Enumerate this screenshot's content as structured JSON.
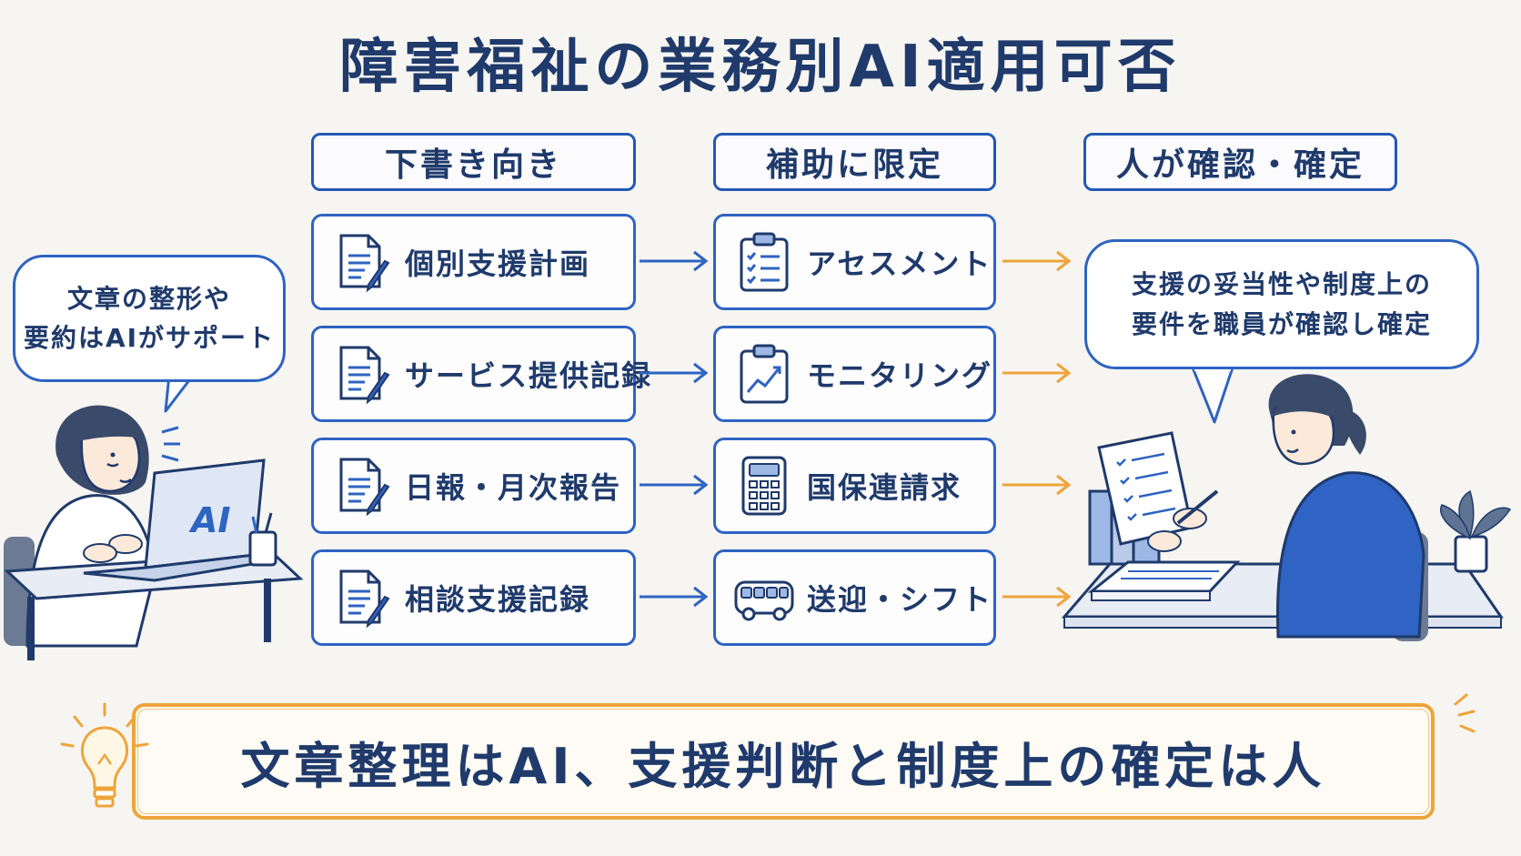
{
  "title": "障害福祉の業務別AI適用可否",
  "columns": [
    {
      "header": "下書き向き"
    },
    {
      "header": "補助に限定"
    },
    {
      "header": "人が確認・確定"
    }
  ],
  "draft_items": [
    "個別支援計画",
    "サービス提供記録",
    "日報・月次報告",
    "相談支援記録"
  ],
  "support_items": [
    {
      "label": "アセスメント",
      "icon": "clipboard-checklist-icon"
    },
    {
      "label": "モニタリング",
      "icon": "clipboard-chart-icon"
    },
    {
      "label": "国保連請求",
      "icon": "calculator-icon"
    },
    {
      "label": "送迎・シフト",
      "icon": "bus-icon"
    }
  ],
  "left_bubble": {
    "line1": "文章の整形や",
    "line2": "要約はAIがサポート"
  },
  "right_bubble": {
    "line1": "支援の妥当性や制度上の",
    "line2": "要件を職員が確認し確定"
  },
  "laptop_label": "AI",
  "summary": "文章整理はAI、支援判断と制度上の確定は人",
  "colors": {
    "blue": "#2e63c2",
    "navy": "#1f3a6b",
    "orange": "#eea43a"
  }
}
